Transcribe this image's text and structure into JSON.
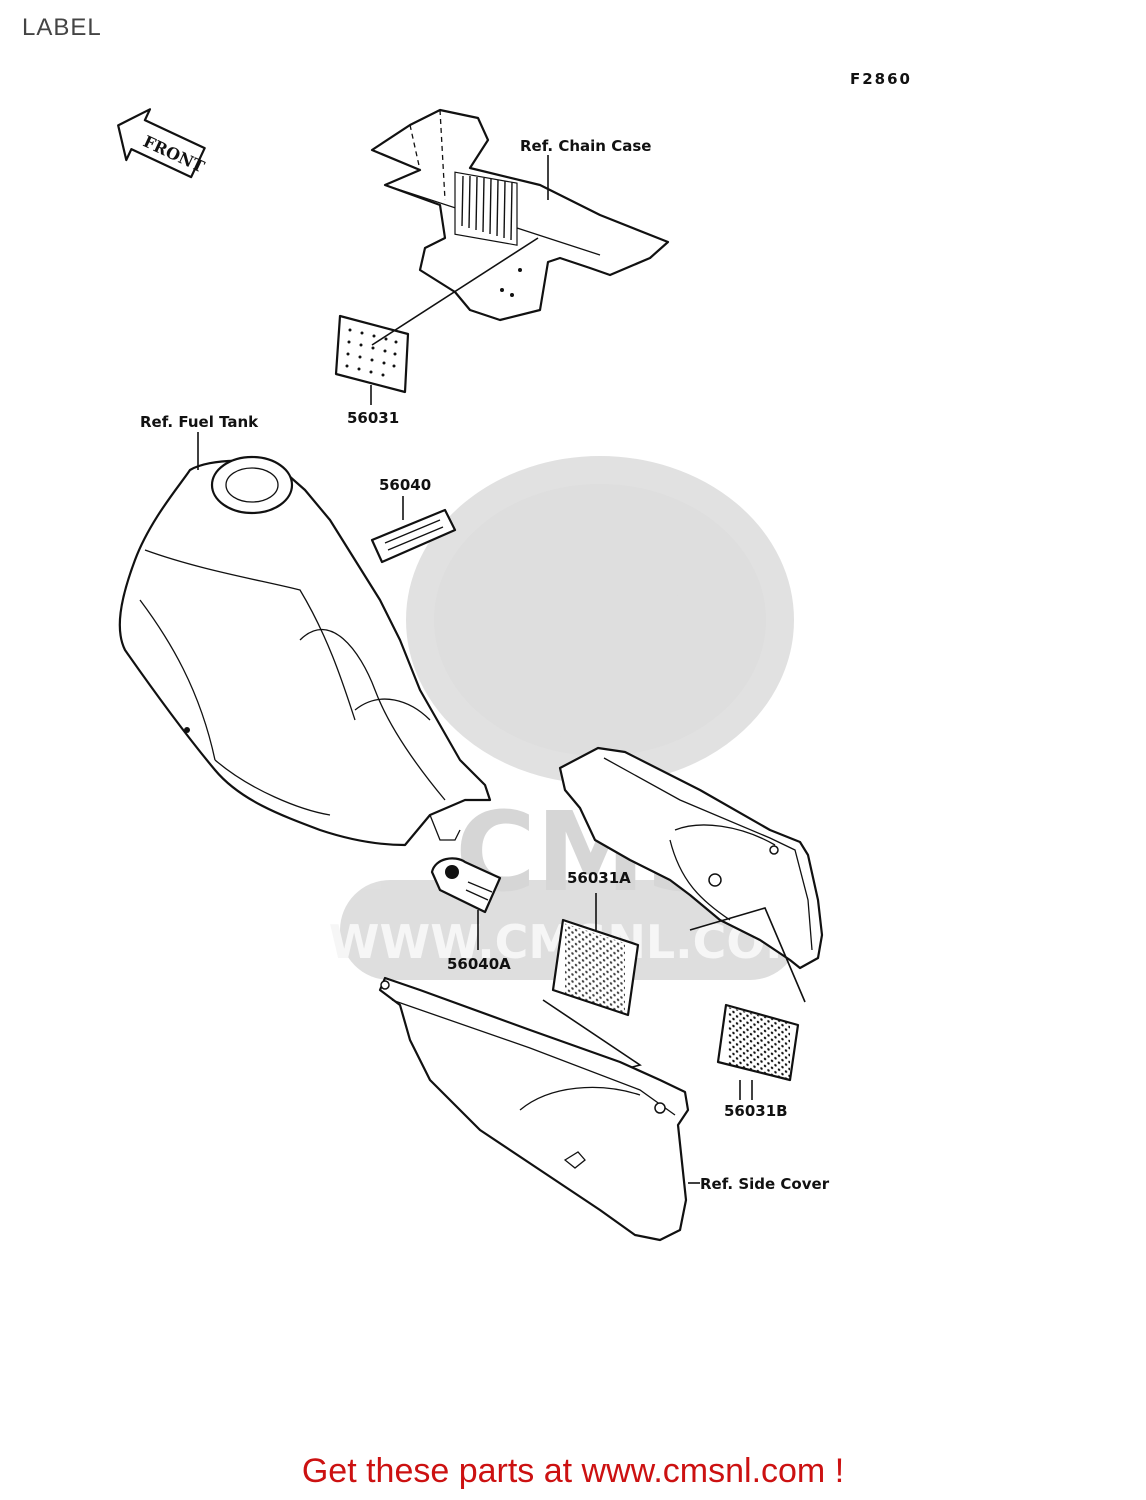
{
  "title": "LABEL",
  "figure_code": "F2860",
  "front_arrow": "FRONT",
  "callouts": {
    "chain_case": "Ref. Chain Case",
    "fuel_tank": "Ref. Fuel Tank",
    "side_cover": "Ref. Side Cover",
    "p56031": "56031",
    "p56040": "56040",
    "p56031A": "56031A",
    "p56040A": "56040A",
    "p56031B": "56031B"
  },
  "watermark": {
    "brand": "CMS",
    "url": "WWW.CMSNL.COM"
  },
  "footer": "Get these parts at www.cmsnl.com !"
}
